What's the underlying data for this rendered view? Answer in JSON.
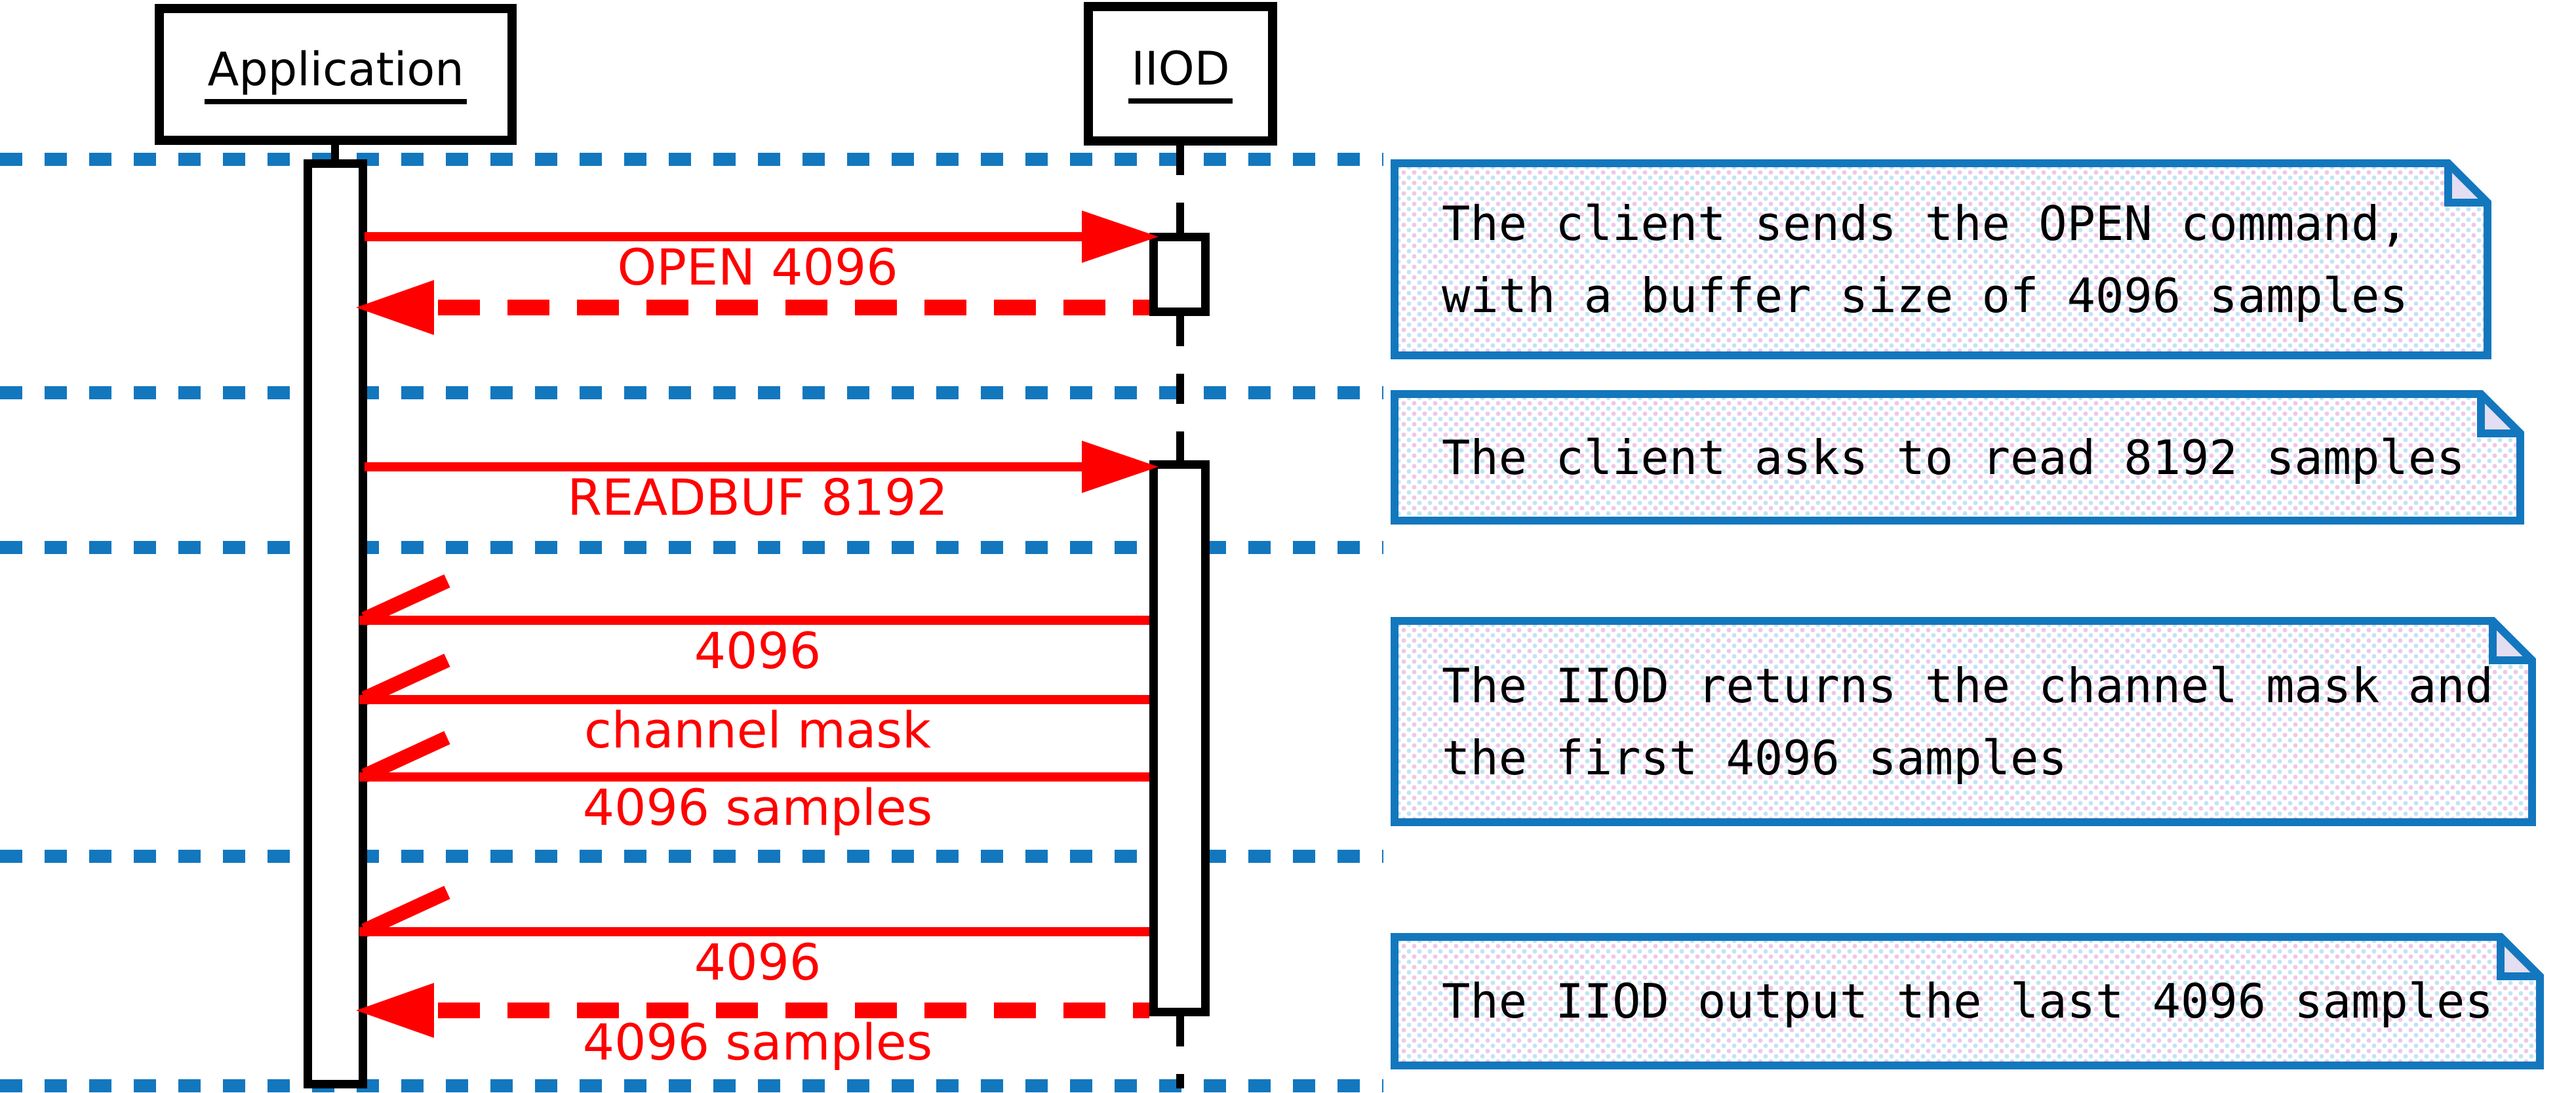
{
  "diagram": {
    "type": "sequence-diagram",
    "actors": [
      {
        "name": "Application"
      },
      {
        "name": "IIOD"
      }
    ],
    "messages": [
      {
        "label": "OPEN 4096",
        "from": "Application",
        "to": "IIOD",
        "style": "solid-arrow"
      },
      {
        "label": "",
        "from": "IIOD",
        "to": "Application",
        "style": "dashed-return-arrow"
      },
      {
        "label": "READBUF 8192",
        "from": "Application",
        "to": "IIOD",
        "style": "solid-arrow"
      },
      {
        "label": "4096",
        "from": "IIOD",
        "to": "Application",
        "style": "async-half-arrow"
      },
      {
        "label": "channel mask",
        "from": "IIOD",
        "to": "Application",
        "style": "async-half-arrow"
      },
      {
        "label": "4096 samples",
        "from": "IIOD",
        "to": "Application",
        "style": "async-half-arrow"
      },
      {
        "label": "4096",
        "from": "IIOD",
        "to": "Application",
        "style": "async-half-arrow"
      },
      {
        "label": "4096 samples",
        "from": "IIOD",
        "to": "Application",
        "style": "dashed-return-arrow"
      }
    ],
    "notes": [
      {
        "lines": [
          "The client sends the OPEN command,",
          "with a buffer size of 4096 samples"
        ]
      },
      {
        "lines": [
          "The client asks to read 8192 samples"
        ]
      },
      {
        "lines": [
          "The IIOD returns the channel mask and",
          "the first 4096 samples"
        ]
      },
      {
        "lines": [
          "The IIOD output the last 4096 samples"
        ]
      }
    ],
    "colors": {
      "message_red": "#FF0000",
      "separator_blue": "#1377BE",
      "note_border_blue": "#1377BE",
      "note_fill_lavender": "#E9E4F4",
      "lifeline_black": "#000000",
      "background": "#FFFFFF"
    }
  }
}
